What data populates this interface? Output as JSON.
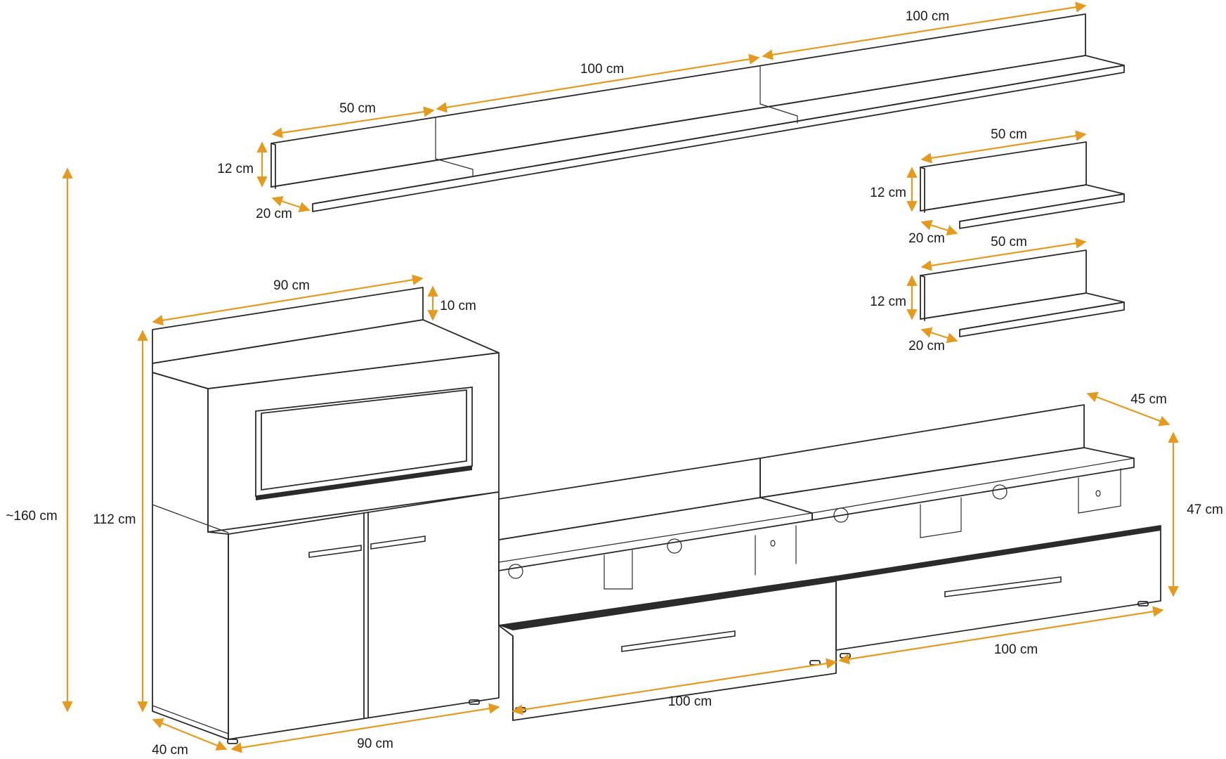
{
  "colors": {
    "dimension": "#e59a1e",
    "outline": "#2b2b2b",
    "background": "#ffffff"
  },
  "labels": {
    "top_shelf_long_right": "100 cm",
    "top_shelf_long_mid": "100 cm",
    "top_shelf_short": "50 cm",
    "top_shelf_height": "12 cm",
    "top_shelf_depth": "20 cm",
    "small_shelf_1_width": "50 cm",
    "small_shelf_1_height": "12 cm",
    "small_shelf_1_depth": "20 cm",
    "small_shelf_2_width": "50 cm",
    "small_shelf_2_height": "12 cm",
    "small_shelf_2_depth": "20 cm",
    "total_height": "~160 cm",
    "cabinet_top_width": "90 cm",
    "cabinet_backboard_height": "10 cm",
    "cabinet_height": "112 cm",
    "cabinet_depth": "40 cm",
    "cabinet_bottom_width": "90 cm",
    "tv_depth": "45 cm",
    "tv_height": "47 cm",
    "tv_right_width": "100 cm",
    "tv_left_width": "100 cm"
  }
}
